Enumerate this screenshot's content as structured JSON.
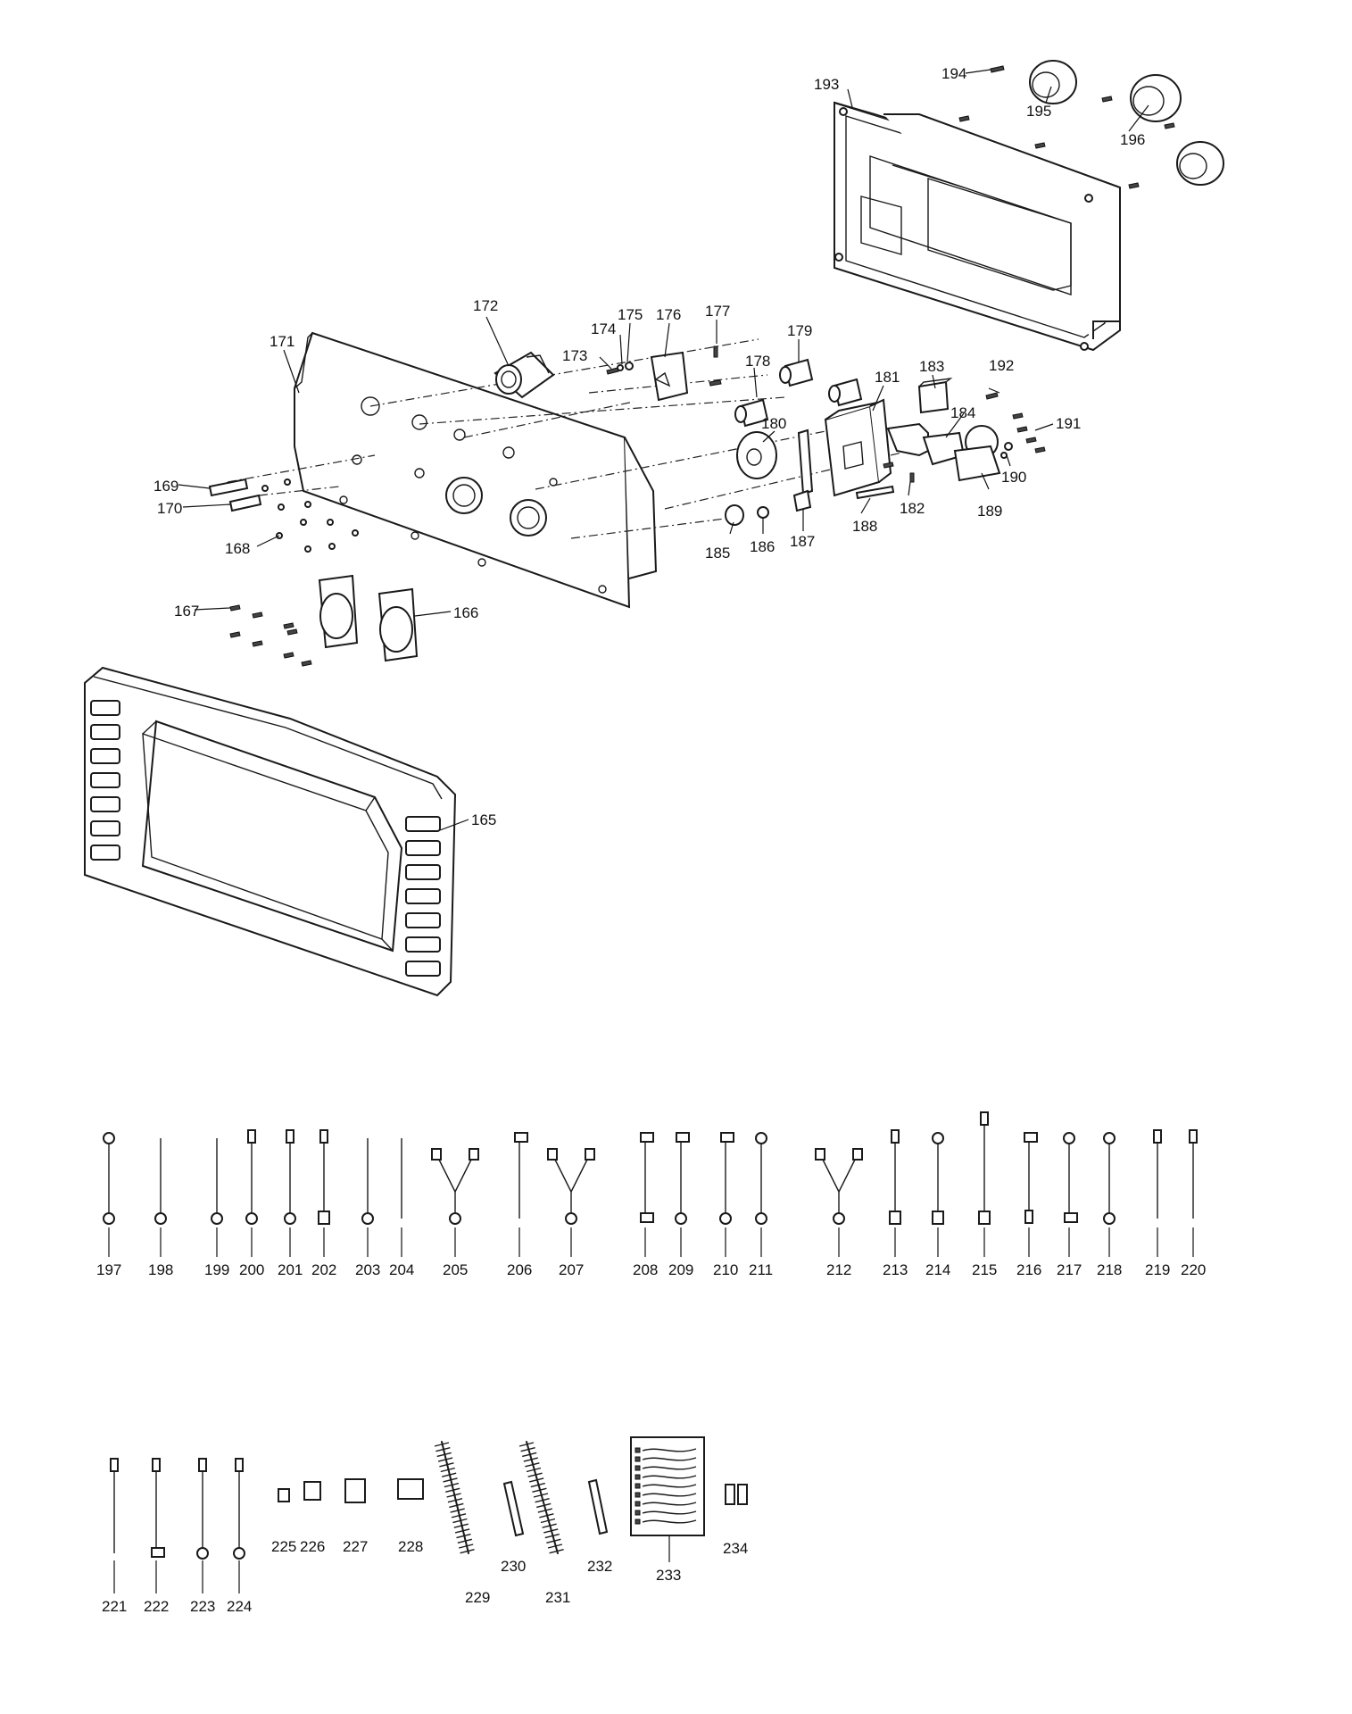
{
  "labels": {
    "p165": "165",
    "p166": "166",
    "p167": "167",
    "p168": "168",
    "p169": "169",
    "p170": "170",
    "p171": "171",
    "p172": "172",
    "p173": "173",
    "p174": "174",
    "p175": "175",
    "p176": "176",
    "p177": "177",
    "p178": "178",
    "p179": "179",
    "p180": "180",
    "p181": "181",
    "p182": "182",
    "p183": "183",
    "p184": "184",
    "p185": "185",
    "p186": "186",
    "p187": "187",
    "p188": "188",
    "p189": "189",
    "p190": "190",
    "p191": "191",
    "p192": "192",
    "p193": "193",
    "p194": "194",
    "p195": "195",
    "p196": "196"
  },
  "wires_row1": [
    "197",
    "198",
    "199",
    "200",
    "201",
    "202",
    "203",
    "204",
    "205",
    "206",
    "207",
    "208",
    "209",
    "210",
    "211",
    "212",
    "213",
    "214",
    "215",
    "216",
    "217",
    "218",
    "219",
    "220"
  ],
  "wires_row2": [
    "221",
    "222",
    "223",
    "224",
    "225",
    "226",
    "227",
    "228",
    "229",
    "230",
    "231",
    "232",
    "233",
    "234"
  ]
}
